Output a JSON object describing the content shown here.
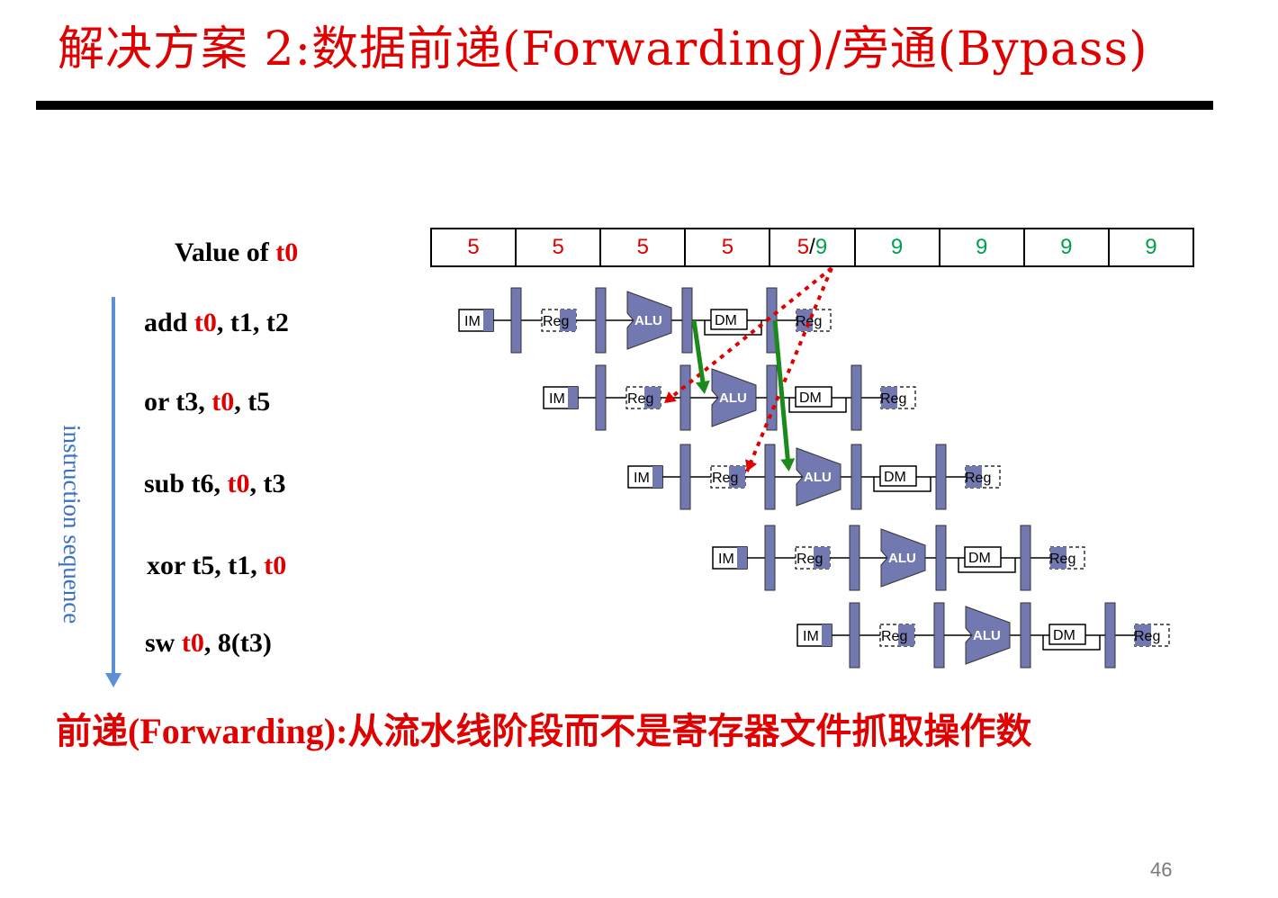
{
  "title": "解决方案 2:数据前递(Forwarding)/旁通(Bypass)",
  "value_label": {
    "prefix": "Value of ",
    "reg": "t0"
  },
  "value_cells": [
    {
      "parts": [
        {
          "text": "5",
          "color": "red"
        }
      ]
    },
    {
      "parts": [
        {
          "text": "5",
          "color": "red"
        }
      ]
    },
    {
      "parts": [
        {
          "text": "5",
          "color": "red"
        }
      ]
    },
    {
      "parts": [
        {
          "text": "5",
          "color": "red"
        }
      ]
    },
    {
      "parts": [
        {
          "text": "5",
          "color": "red"
        },
        {
          "text": "/",
          "color": "black"
        },
        {
          "text": "9",
          "color": "green"
        }
      ]
    },
    {
      "parts": [
        {
          "text": "9",
          "color": "green"
        }
      ]
    },
    {
      "parts": [
        {
          "text": "9",
          "color": "green"
        }
      ]
    },
    {
      "parts": [
        {
          "text": "9",
          "color": "green"
        }
      ]
    },
    {
      "parts": [
        {
          "text": "9",
          "color": "green"
        }
      ]
    }
  ],
  "instructions": [
    {
      "parts": [
        {
          "text": "add ",
          "red": false
        },
        {
          "text": "t0",
          "red": true
        },
        {
          "text": ", t1, t2",
          "red": false
        }
      ]
    },
    {
      "parts": [
        {
          "text": "or t3, ",
          "red": false
        },
        {
          "text": "t0",
          "red": true
        },
        {
          "text": ", t5",
          "red": false
        }
      ]
    },
    {
      "parts": [
        {
          "text": "sub t6, ",
          "red": false
        },
        {
          "text": "t0",
          "red": true
        },
        {
          "text": ", t3",
          "red": false
        }
      ]
    },
    {
      "parts": [
        {
          "text": "xor t5, t1, ",
          "red": false
        },
        {
          "text": "t0",
          "red": true
        }
      ]
    },
    {
      "parts": [
        {
          "text": "sw ",
          "red": false
        },
        {
          "text": "t0",
          "red": true
        },
        {
          "text": ", 8(t3)",
          "red": false
        }
      ]
    }
  ],
  "stage_labels": {
    "im": "IM",
    "reg": "Reg",
    "alu": "ALU",
    "dm": "DM"
  },
  "side_label": "instruction sequence",
  "footnote": "前递(Forwarding):从流水线阶段而不是寄存器文件抓取操作数",
  "page_number": "46",
  "colors": {
    "accent_red": "#e00000",
    "value_green": "#00a050",
    "stage_fill": "#7278b0",
    "forward_arrow": "#1a8a1a",
    "side_arrow": "#5b8fd6"
  }
}
